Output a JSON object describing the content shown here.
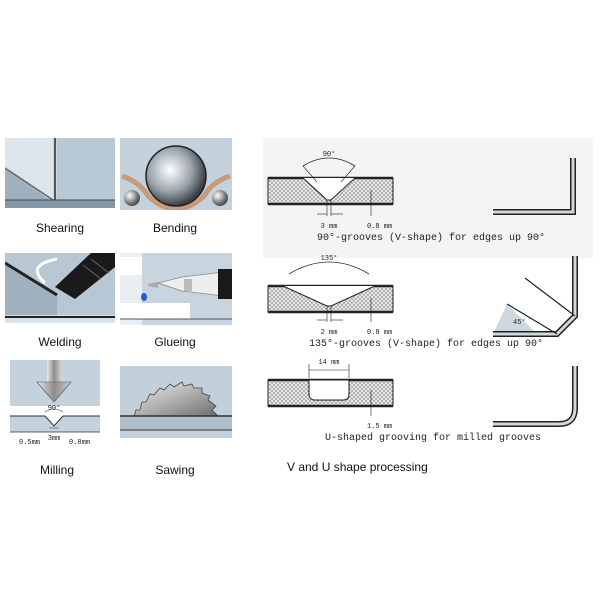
{
  "processes": [
    {
      "label": "Shearing"
    },
    {
      "label": "Bending"
    },
    {
      "label": "Welding"
    },
    {
      "label": "Glueing"
    },
    {
      "label": "Milling"
    },
    {
      "label": "Sawing"
    }
  ],
  "milling_annotations": {
    "angle": "90°",
    "left_depth": "0.5mm",
    "center_width": "3mm",
    "right_depth": "0.8mm"
  },
  "grooves": [
    {
      "angle": "90°",
      "width": "3 mm",
      "depth": "0.8 mm",
      "caption": "90°-grooves (V-shape) for edges up 90°"
    },
    {
      "angle": "135°",
      "width": "2 mm",
      "depth": "0.8 mm",
      "caption": "135°-grooves (V-shape) for edges up 90°",
      "corner_angle": "45°"
    },
    {
      "width": "14 mm",
      "depth": "1.5 mm",
      "caption": "U-shaped grooving for milled grooves"
    }
  ],
  "section_title": "V and U shape processing",
  "colors": {
    "panel_bg": "#b7c7d4",
    "panel_bg_light": "#d5dee6",
    "metal": "#8a9aa6",
    "dark": "#2b2b2b"
  }
}
